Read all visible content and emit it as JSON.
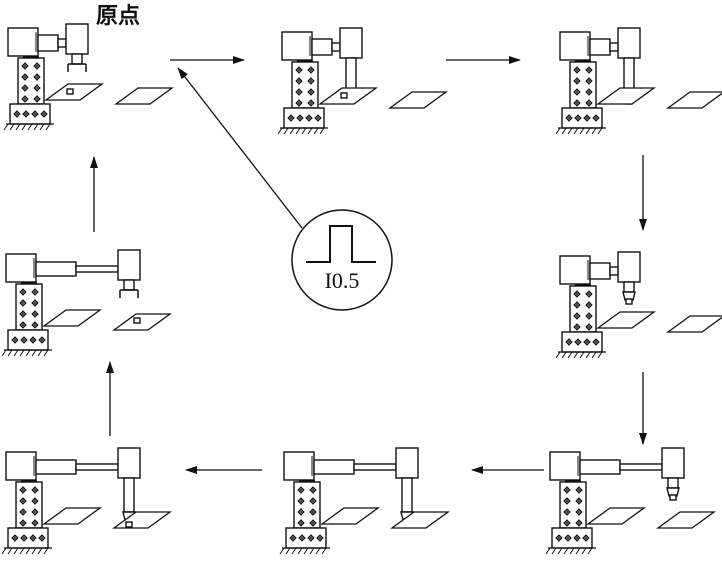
{
  "labels": {
    "origin": "原点",
    "signal": "I0.5"
  },
  "colors": {
    "ink": "#111111",
    "background": "#ffffff"
  },
  "stations": [
    {
      "name": "station-1-origin",
      "arm": "retracted",
      "gripper": "open-high",
      "part": "left-table"
    },
    {
      "name": "station-2-descend",
      "arm": "retracted",
      "gripper": "down",
      "part": "left-table"
    },
    {
      "name": "station-3-grip",
      "arm": "retracted",
      "gripper": "gripping",
      "part": "gripped"
    },
    {
      "name": "station-4-rise",
      "arm": "retracted",
      "gripper": "up-holding",
      "part": "gripped"
    },
    {
      "name": "station-5-extend",
      "arm": "extended",
      "gripper": "up-holding",
      "part": "gripped"
    },
    {
      "name": "station-6-descend",
      "arm": "extended",
      "gripper": "down-holding",
      "part": "gripped"
    },
    {
      "name": "station-7-release",
      "arm": "extended",
      "gripper": "released",
      "part": "right-table"
    },
    {
      "name": "station-8-return",
      "arm": "extended",
      "gripper": "open-high",
      "part": "right-table"
    }
  ],
  "icons": [
    "trigger-pulse-icon"
  ]
}
